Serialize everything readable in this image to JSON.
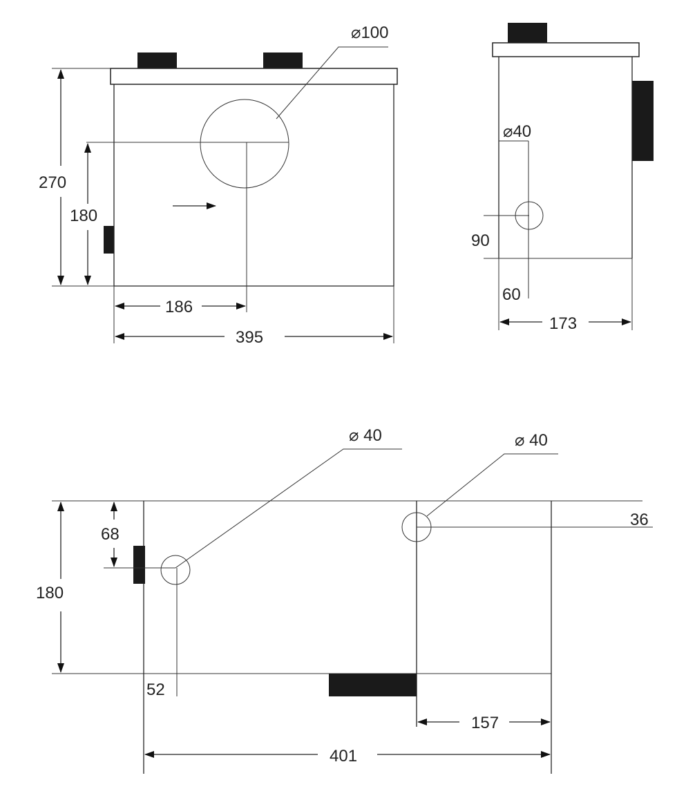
{
  "front_view": {
    "pipe_diameter": "⌀100",
    "height_total": "270",
    "inlet_height": "180",
    "offset_width": "186",
    "width_total": "395"
  },
  "side_view": {
    "pipe_diameter": "⌀40",
    "pipe_height": "90",
    "pipe_offset": "60",
    "depth_total": "173"
  },
  "top_view": {
    "left_pipe_diameter": "⌀ 40",
    "right_pipe_diameter": "⌀ 40",
    "left_pipe_from_top": "68",
    "depth_total": "180",
    "left_pipe_offset": "52",
    "right_pipe_from_top": "36",
    "right_section_width": "157",
    "width_total": "401"
  }
}
